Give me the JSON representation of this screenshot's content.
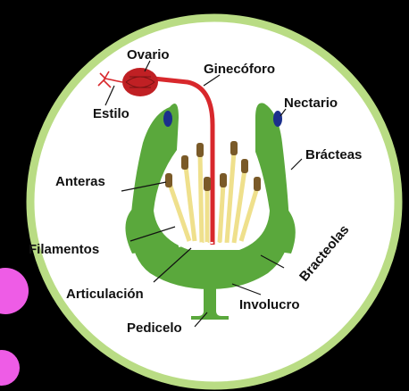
{
  "labels": {
    "ovario": "Ovario",
    "ginecoforo": "Ginecóforo",
    "estilo": "Estilo",
    "nectario": "Nectario",
    "bracteas": "Brácteas",
    "anteras": "Anteras",
    "bracteolas": "Bracteolas",
    "filamentos": "Filamentos",
    "articulacion": "Articulación",
    "involucro": "Involucro",
    "pedicelo": "Pedicelo"
  },
  "colors": {
    "background": "#000000",
    "circle_fill": "#ffffff",
    "circle_ring": "#b9dc84",
    "plant_green": "#5aa83c",
    "gynophore_red": "#d8282c",
    "ovary_red": "#c02024",
    "nectary_blue": "#1b2f8c",
    "anther_brown": "#7a5a28",
    "filament_yellow": "#efe08c",
    "decor_pink": "#ee5ce6"
  }
}
